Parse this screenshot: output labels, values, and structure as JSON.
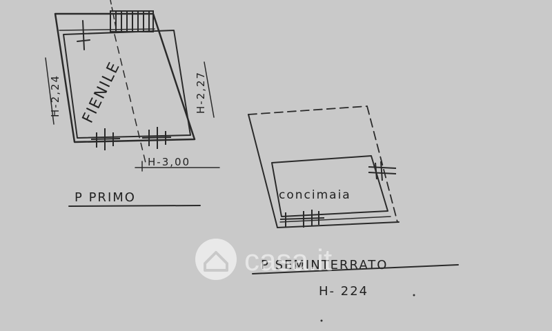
{
  "floors": {
    "first": {
      "title": "P PRIMO",
      "room": "FIENILE",
      "height_left": "H-2,24",
      "height_right": "H-2,27",
      "height_bottom": "H-3,00"
    },
    "basement": {
      "title": "P SEMINTERRATO",
      "room": "concimaia",
      "height": "H- 224"
    }
  },
  "watermark": {
    "text": "casa.it",
    "icon": "house-icon"
  },
  "colors": {
    "paper": "#c9c9c9",
    "ink": "#2a2a2a",
    "watermark": "#ffffff"
  }
}
